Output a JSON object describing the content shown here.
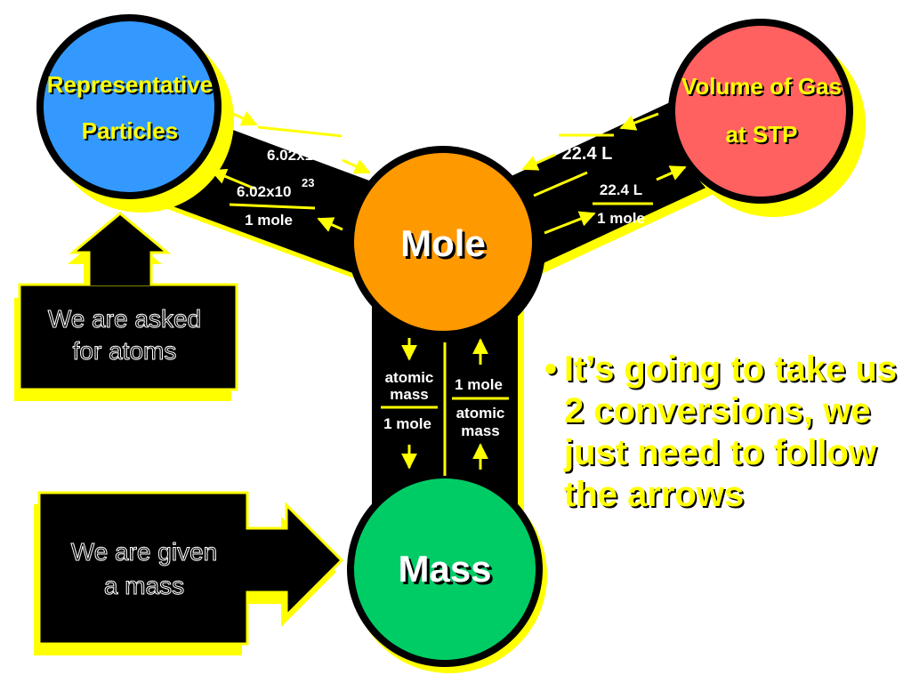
{
  "diagram": {
    "nodes": {
      "particles": {
        "line1": "Representative",
        "line2": "Particles",
        "color": "#3399ff"
      },
      "volume": {
        "line1": "Volume of Gas",
        "line2": "at STP",
        "color": "#ff6060"
      },
      "mole": {
        "label": "Mole",
        "color": "#ff9900"
      },
      "mass": {
        "label": "Mass",
        "color": "#00cc66"
      }
    },
    "conversions": {
      "particles_to_mole": {
        "numerator": "1 mole",
        "denominator": "6.02x10",
        "denominator_exp": "23"
      },
      "mole_to_particles": {
        "numerator": "6.02x10",
        "numerator_exp": "23",
        "denominator": "1 mole"
      },
      "volume_to_mole": {
        "numerator": "1 mole",
        "denominator": "22.4 L"
      },
      "mole_to_volume": {
        "numerator": "22.4 L",
        "denominator": "1 mole"
      },
      "mole_to_mass": {
        "numerator_line1": "atomic",
        "numerator_line2": "mass",
        "denominator": "1 mole"
      },
      "mass_to_mole": {
        "numerator": "1 mole",
        "denominator_line1": "atomic",
        "denominator_line2": "mass"
      }
    },
    "callouts": {
      "asked": {
        "line1": "We are asked",
        "line2": "for atoms"
      },
      "given": {
        "line1": "We are given",
        "line2": "a mass"
      }
    },
    "colors": {
      "highlight": "#ffff00",
      "band": "#000000"
    }
  },
  "bullet": {
    "marker": "•",
    "text": "It’s going to take us 2 conversions, we just need to follow the arrows"
  }
}
